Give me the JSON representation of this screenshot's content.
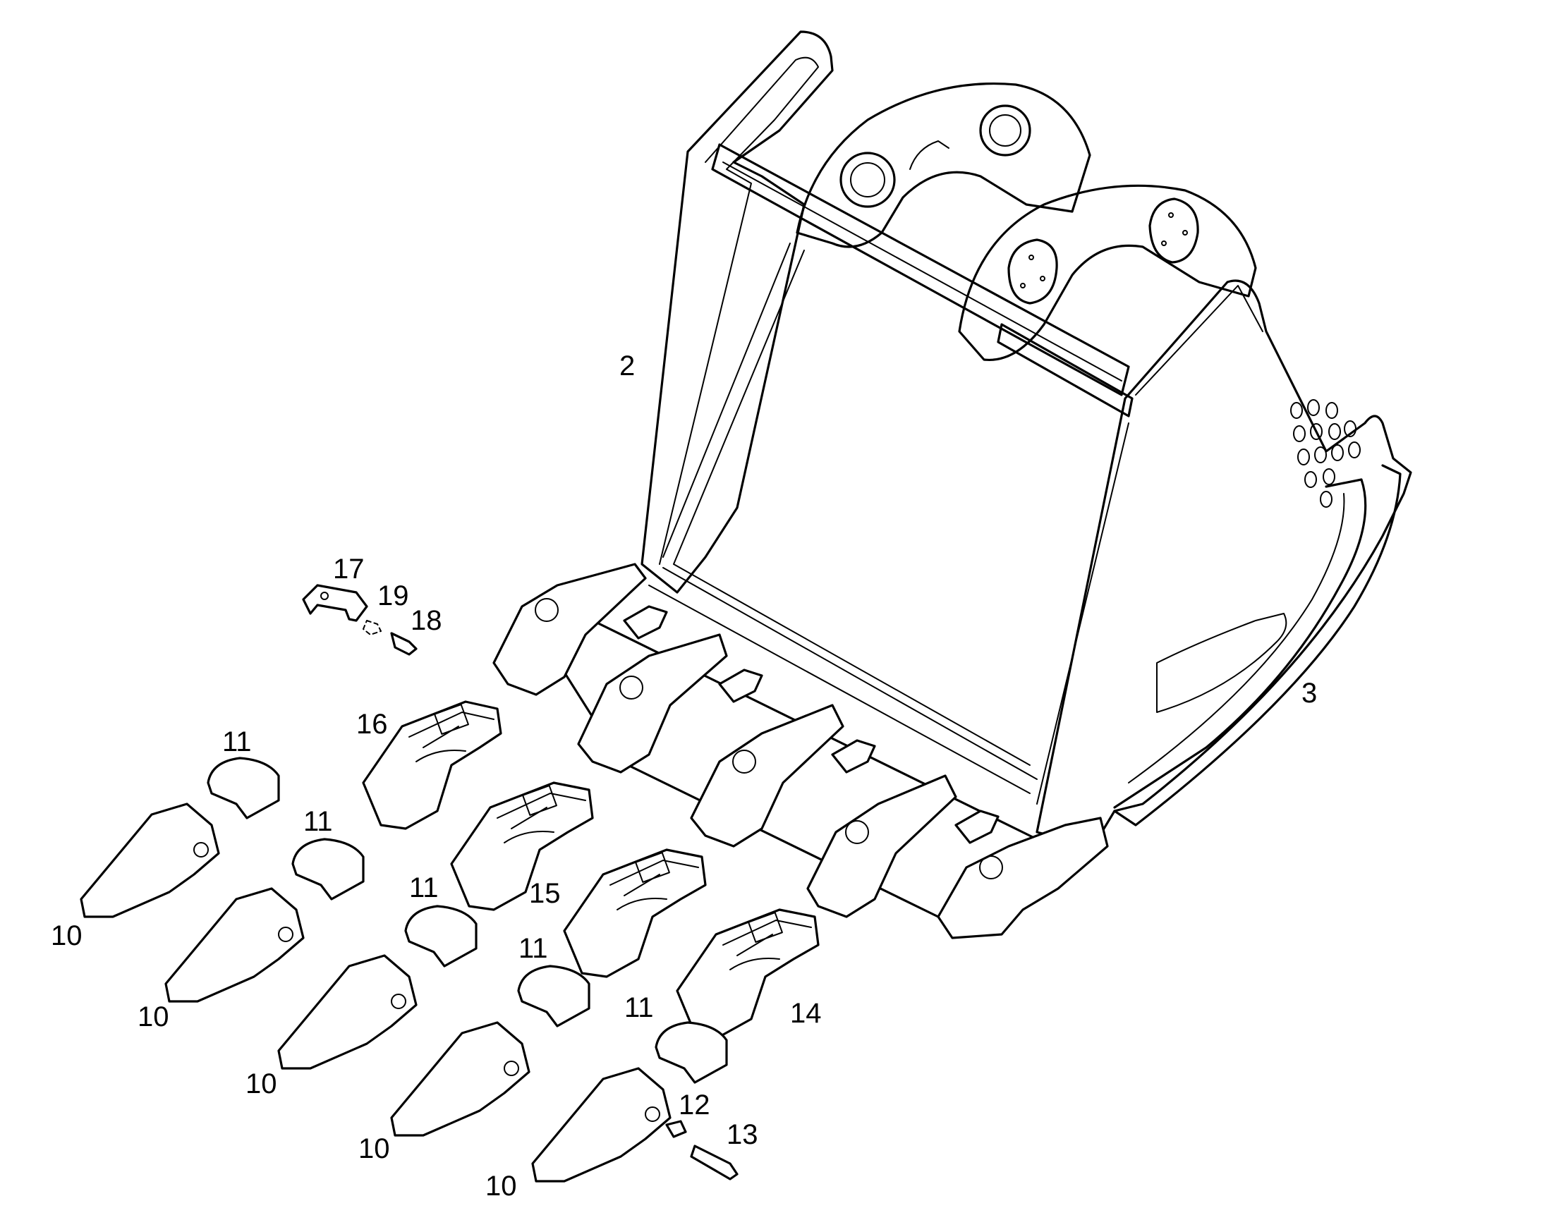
{
  "callouts": {
    "bucket_side_left": "2",
    "bucket_side_right": "3",
    "tooth_a": "10",
    "tooth_b": "10",
    "tooth_c": "10",
    "tooth_d": "10",
    "tooth_e": "10",
    "cap_a": "11",
    "cap_b": "11",
    "cap_c": "11",
    "cap_d": "11",
    "cap_e": "11",
    "pin_retainer": "12",
    "pin": "13",
    "adapter_14": "14",
    "adapter_15": "15",
    "adapter_16": "16",
    "side_cutter": "17",
    "bolt": "18",
    "washer": "19"
  }
}
